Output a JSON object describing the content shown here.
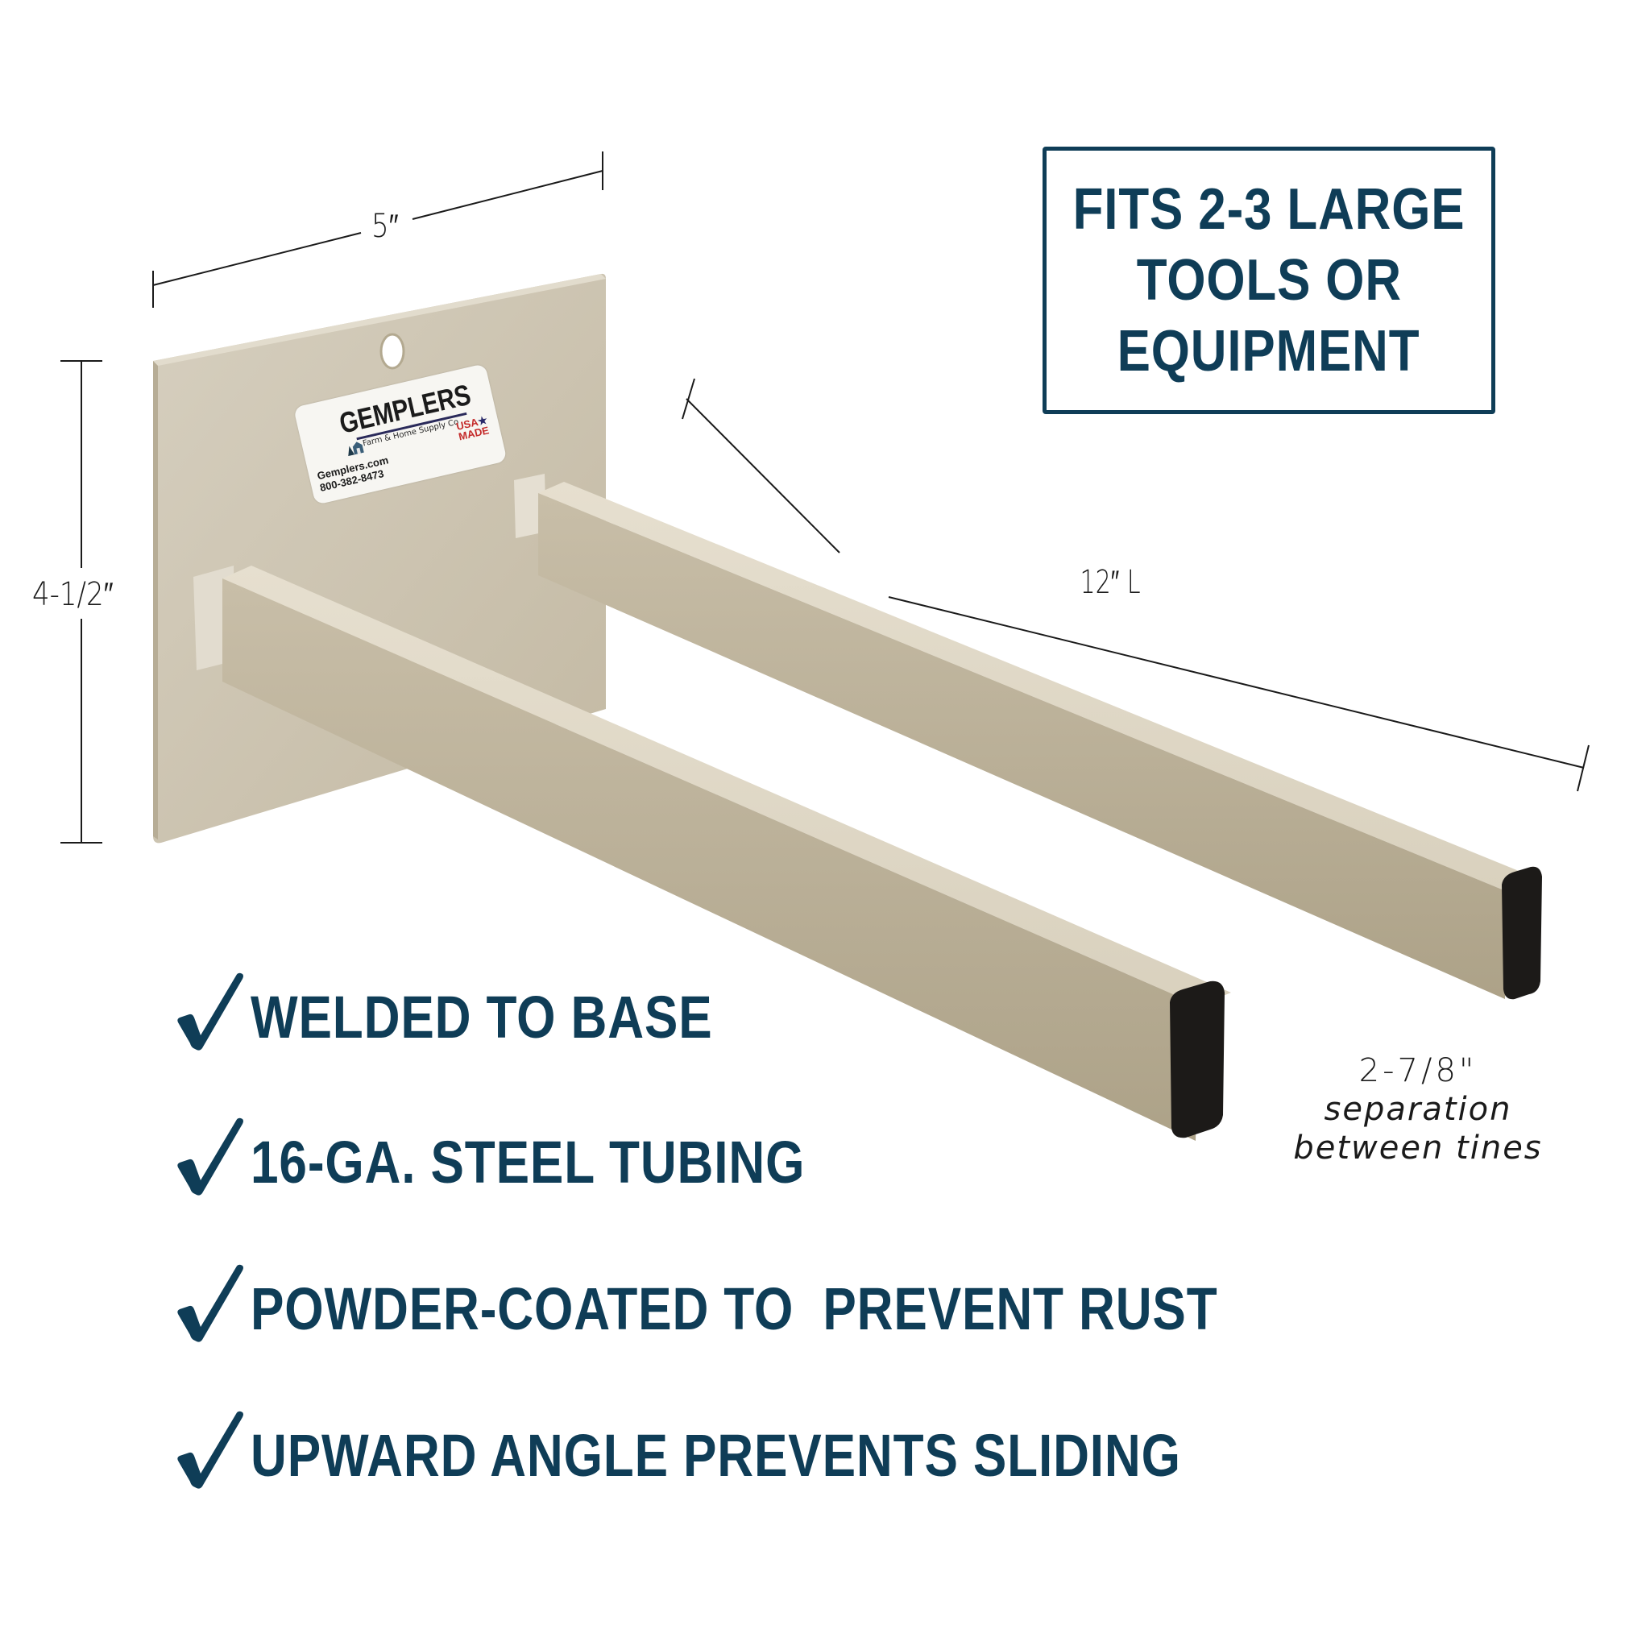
{
  "callout": {
    "lines": [
      "FITS 2-3 LARGE",
      "TOOLS OR",
      "EQUIPMENT"
    ]
  },
  "dimensions": {
    "width": "5″",
    "height": "4-1/2″",
    "length": "12″ L",
    "separation_value": "2-7/8\"",
    "separation_caption_1": "separation",
    "separation_caption_2": "between tines"
  },
  "features": [
    {
      "icon": "checkmark-icon",
      "label": "WELDED TO BASE"
    },
    {
      "icon": "checkmark-icon",
      "label": "16-GA. STEEL TUBING"
    },
    {
      "icon": "checkmark-icon",
      "label": "POWDER-COATED TO  PREVENT RUST"
    },
    {
      "icon": "checkmark-icon",
      "label": "UPWARD ANGLE PREVENTS SLIDING"
    }
  ],
  "product_label": {
    "brand": "GEMPLERS",
    "tagline": "Farm & Home Supply Co",
    "badge_line_1": "USA",
    "badge_star": "★",
    "badge_line_2": "MADE",
    "website": "Gemplers.com",
    "phone": "800-382-8473"
  },
  "colors": {
    "brand_navy": "#0f3d57",
    "product_beige": "#cdc4b0",
    "end_cap": "#1c1a18",
    "dimension_line": "#1a1a1a",
    "background": "#ffffff"
  }
}
